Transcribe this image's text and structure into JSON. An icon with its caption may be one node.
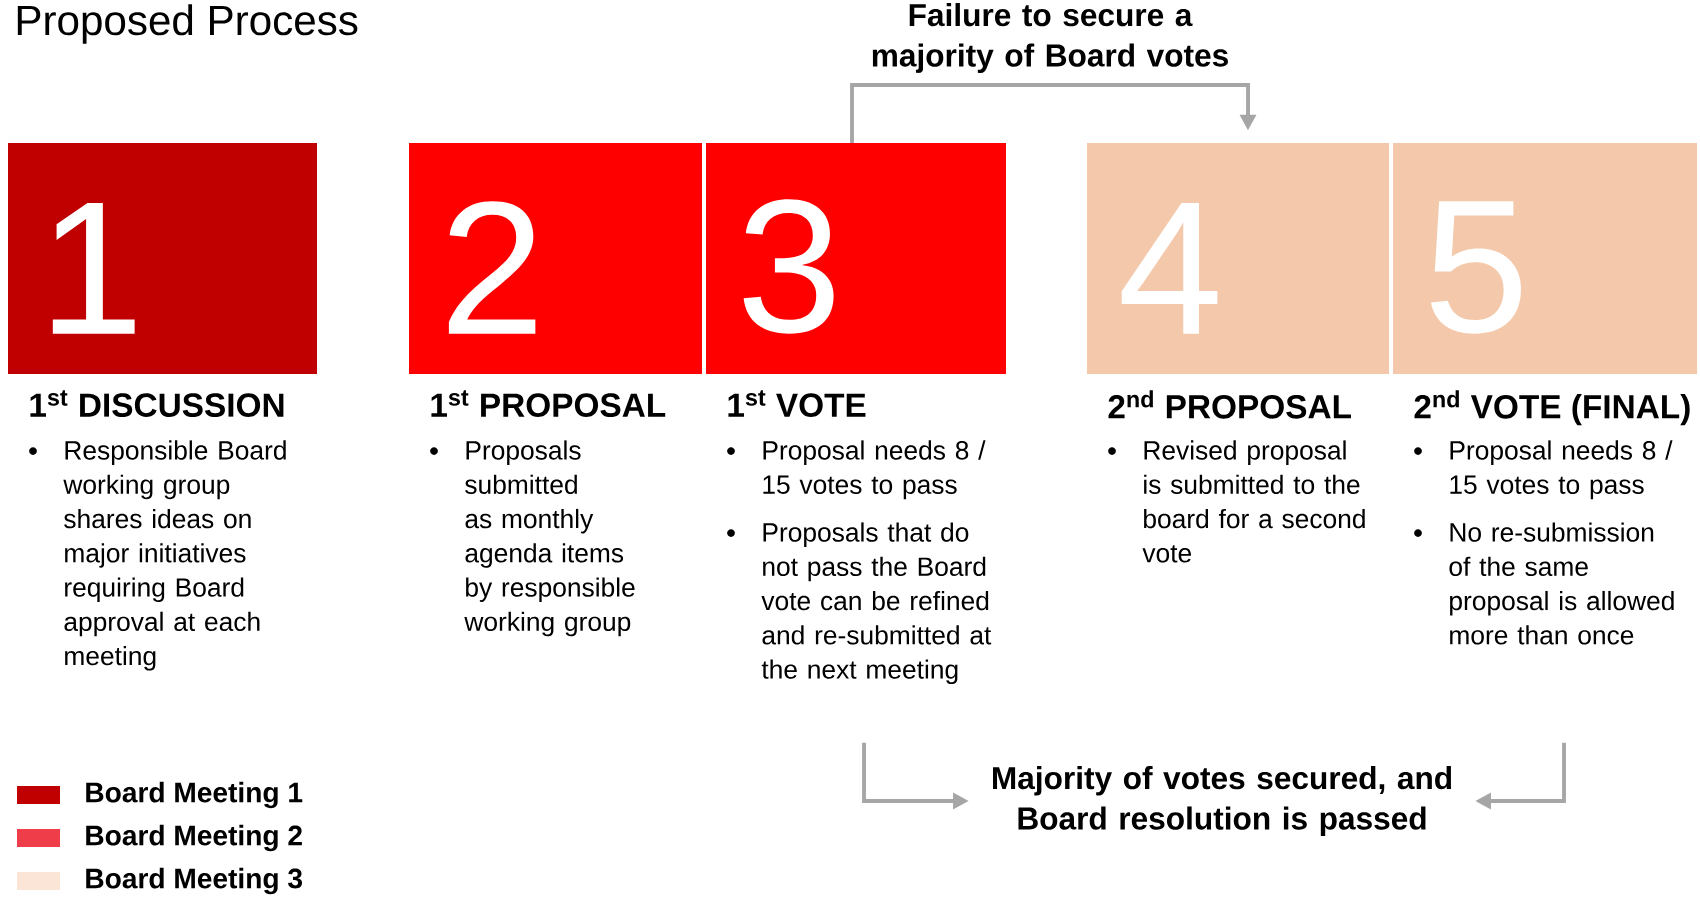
{
  "diagram": {
    "title": "Proposed Process",
    "nodes": [
      {
        "text": [
          "1",
          "1$^{st}$ DISCUSSION",
          "Responsible Board working group shares ideas on major initiatives requiring Board approval at each meeting"
        ]
      },
      {
        "text": [
          "2",
          "1$^{st}$ PROPOSAL",
          "Proposals submitted as monthly agenda items by responsible working group"
        ]
      },
      {
        "text": [
          "3",
          "1$^{st}$ VOTE",
          "Proposal needs 8 / 15 votes to pass",
          "Proposals that do not pass the Board vote can be refined and re-submitted at the next meeting"
        ]
      },
      {
        "text": [
          "4",
          "2$^{nd}$ PROPOSAL",
          "Revised proposal is submitted to the board for a second vote"
        ]
      },
      {
        "text": [
          "5",
          "2$^{nd}$ VOTE (FINAL)",
          "Proposal needs 8 / 15 votes to pass",
          "No re-submission of the same proposal is allowed more than once"
        ]
      },
      {
        "text": [
          "Majority of votes secured, and Board resolution is passed"
        ]
      }
    ],
    "edges": [
      {
        "from": 2,
        "to": 3,
        "arrow": "to",
        "label": "Failure to secure a majority of Board votes"
      },
      {
        "from": 2,
        "to": 5,
        "arrow": "to"
      },
      {
        "from": 4,
        "to": 5,
        "arrow": "to"
      }
    ],
    "legend": [
      {
        "text": "Board Meeting 1",
        "color": "#c00000"
      },
      {
        "text": "Board Meeting 2",
        "color": "#ef3e4a"
      },
      {
        "text": "Board Meeting 3",
        "color": "#fbe5d6"
      }
    ]
  }
}
